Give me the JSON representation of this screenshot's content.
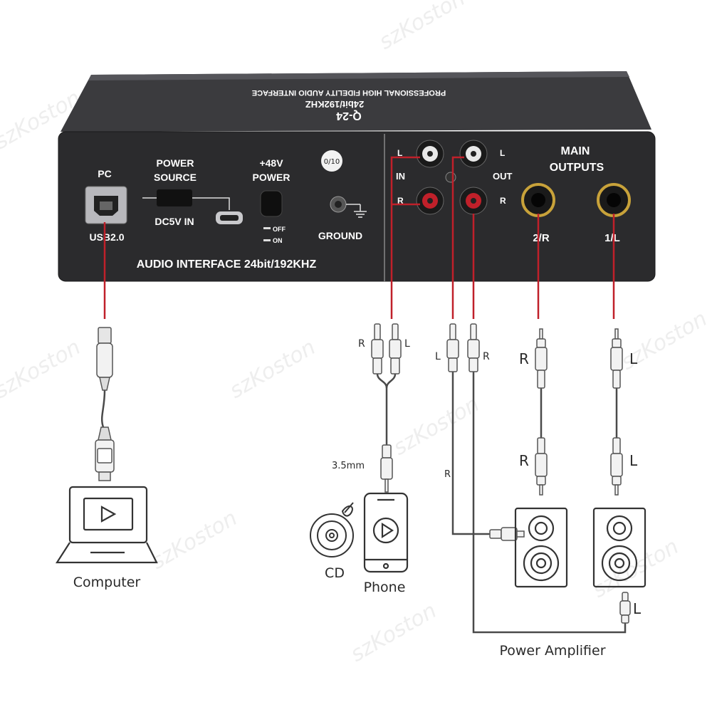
{
  "device": {
    "top_text": "PROFESSIONAL HIGH FIDELITY AUDIO INTERFACE",
    "top_spec": "24bit/192KHZ",
    "model": "Q-24",
    "pc_label": "PC",
    "usb_label": "USB2.0",
    "power_source_line1": "POWER",
    "power_source_line2": "SOURCE",
    "dc_label": "DC5V IN",
    "phantom_line1": "+48V",
    "phantom_line2": "POWER",
    "off_label": "OFF",
    "on_label": "ON",
    "ground_label": "GROUND",
    "badge_text": "0/10",
    "bottom_text": "AUDIO INTERFACE 24bit/192KHZ",
    "in_label": "IN",
    "out_label": "OUT",
    "l": "L",
    "r": "R",
    "main_line1": "MAIN",
    "main_line2": "OUTPUTS",
    "out_2r": "2/R",
    "out_1l": "1/L"
  },
  "diagram": {
    "computer": "Computer",
    "cd": "CD",
    "phone": "Phone",
    "amplifier": "Power Amplifier",
    "jack_size": "3.5mm",
    "rca_in_r": "R",
    "rca_in_l": "L",
    "rca_out_l": "L",
    "rca_out_r": "R",
    "mid_r": "R",
    "trs_r_top": "R",
    "trs_r_bottom": "R",
    "trs_l_top": "L",
    "trs_l_bottom": "L",
    "amp_l": "L"
  },
  "watermark": "szKoston",
  "colors": {
    "panel": "#2b2b2d",
    "panel_top": "#3a3a3c",
    "guide_red": "#c0202a",
    "gold": "#c8a23a",
    "rca_red": "#c0202a",
    "rca_white": "#e8e8e8",
    "cable": "#4a4a4a"
  }
}
